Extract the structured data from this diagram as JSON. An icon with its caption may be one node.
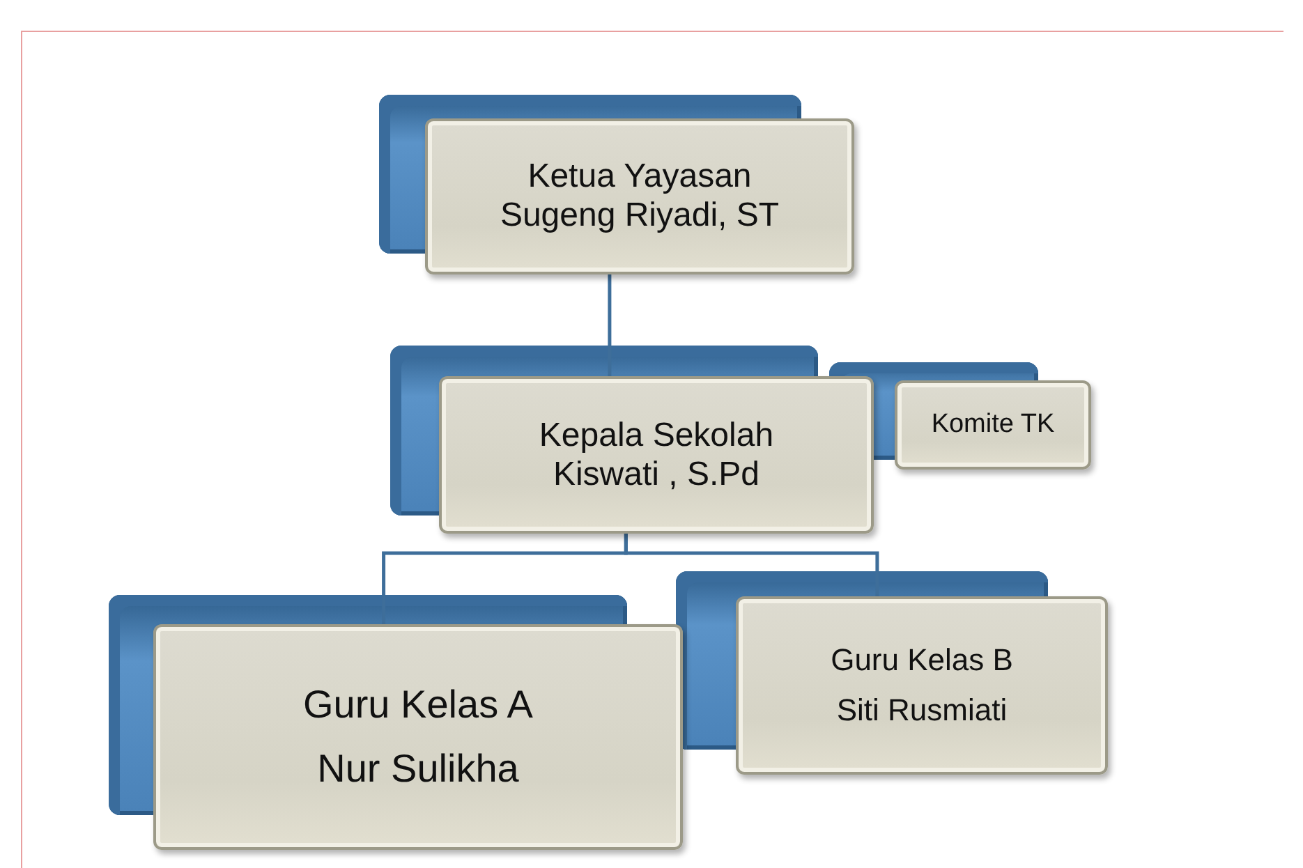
{
  "diagram": {
    "nodes": [
      {
        "text": [
          "Ketua Yayasan",
          "Sugeng Riyadi, ST"
        ]
      },
      {
        "text": [
          "Kepala Sekolah",
          "Kiswati , S.Pd"
        ]
      },
      {
        "text": [
          "Komite TK"
        ]
      },
      {
        "text": [
          "Guru Kelas A",
          "Nur Sulikha"
        ]
      },
      {
        "text": [
          "Guru Kelas B",
          "Siti Rusmiati"
        ]
      }
    ],
    "edges": [
      {
        "from": 0,
        "to": 1,
        "arrow": "none"
      },
      {
        "from": 1,
        "to": 3,
        "arrow": "none"
      },
      {
        "from": 1,
        "to": 4,
        "arrow": "none"
      }
    ]
  }
}
